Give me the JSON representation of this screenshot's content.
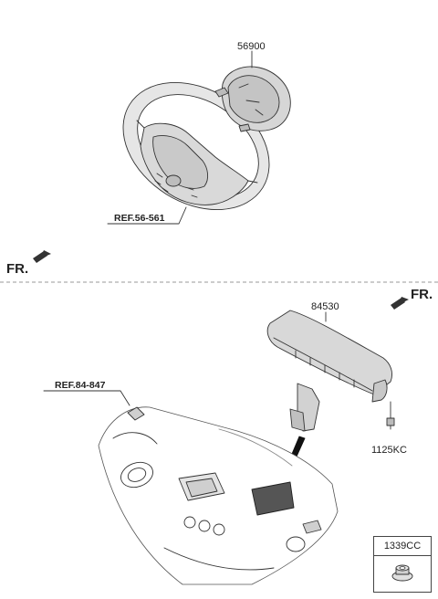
{
  "upper": {
    "callout_part": "56900",
    "ref_label": "REF.56-561",
    "fr_label": "FR."
  },
  "lower": {
    "callout_part": "84530",
    "ref_label": "REF.84-847",
    "fr_label": "FR.",
    "bolt_part": "1125KC"
  },
  "parts_box": {
    "part": "1339CC",
    "icon": "flange-nut-icon"
  }
}
